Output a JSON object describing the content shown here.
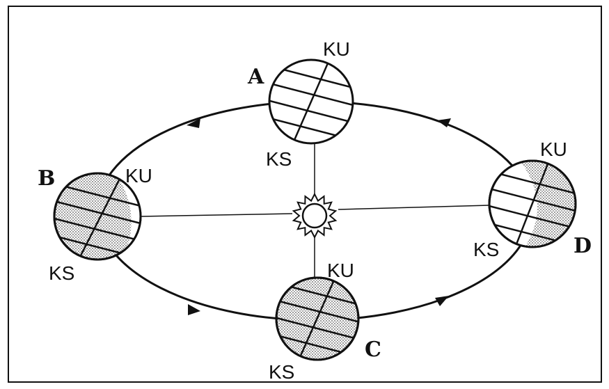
{
  "diagram": {
    "positions": [
      {
        "letter": "A",
        "north": "KU",
        "south": "KS"
      },
      {
        "letter": "B",
        "north": "KU",
        "south": "KS"
      },
      {
        "letter": "C",
        "north": "KU",
        "south": "KS"
      },
      {
        "letter": "D",
        "north": "KU",
        "south": "KS"
      }
    ]
  },
  "colors": {
    "ink": "#111111",
    "background": "#ffffff",
    "shade": "#bdbdbd"
  },
  "icons": [
    "sun-icon",
    "direction-arrow-icon",
    "earth-globe-icon"
  ]
}
